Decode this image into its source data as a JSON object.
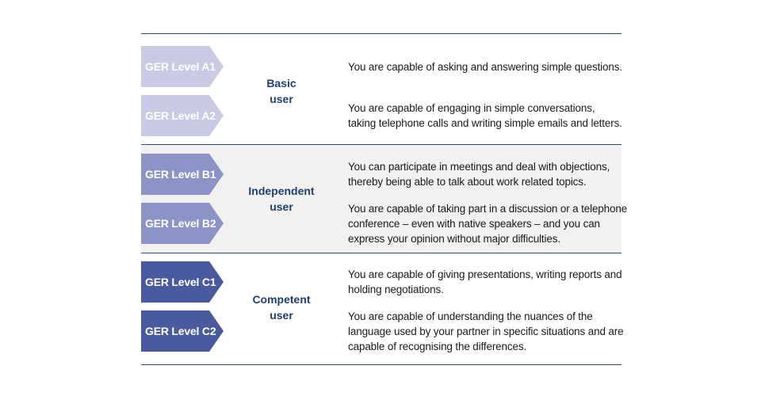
{
  "table": {
    "groups": [
      {
        "label_lines": [
          "Basic",
          "user"
        ],
        "levels": [
          {
            "tag": "GER Level A1",
            "desc_lines": [
              "You are capable of asking and answering simple questions."
            ]
          },
          {
            "tag": "GER Level A2",
            "desc_lines": [
              "You are capable of engaging in simple conversations,",
              "taking telephone calls and writing simple emails and letters."
            ]
          }
        ]
      },
      {
        "label_lines": [
          "Independent",
          "user"
        ],
        "levels": [
          {
            "tag": "GER Level B1",
            "desc_lines": [
              "You can participate in meetings and deal with objections,",
              "thereby being able to talk about work related topics."
            ]
          },
          {
            "tag": "GER Level B2",
            "desc_lines": [
              "You are capable of taking part in a discussion or a telephone",
              "conference – even with native speakers – and you can",
              "express your opinion without major difficulties."
            ]
          }
        ]
      },
      {
        "label_lines": [
          "Competent",
          "user"
        ],
        "levels": [
          {
            "tag": "GER Level C1",
            "desc_lines": [
              "You are capable of giving presentations, writing reports and",
              "holding negotiations."
            ]
          },
          {
            "tag": "GER Level C2",
            "desc_lines": [
              "You are capable of understanding the nuances of the",
              "language used by your partner in specific situations and are",
              "capable of recognising the differences."
            ]
          }
        ]
      }
    ],
    "colors": {
      "rule": "#2c5179",
      "band_background": "#f2f1ef",
      "tag_a": "#c8cbe3",
      "tag_b": "#8c93c6",
      "tag_c": "#4a5a9e",
      "group_label": "#1f3f6e",
      "description_text": "#1a1a1a"
    }
  }
}
